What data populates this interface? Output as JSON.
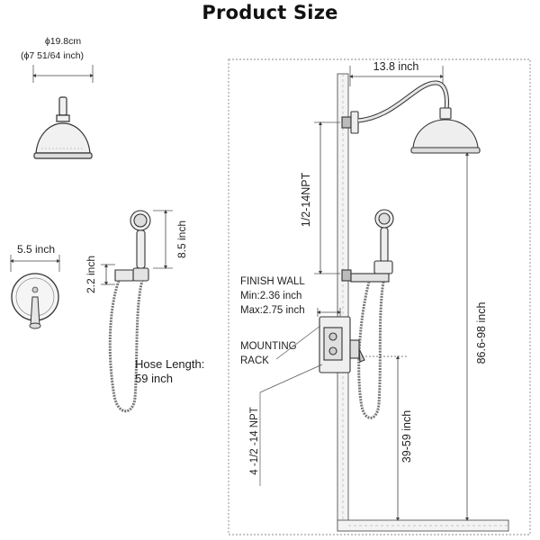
{
  "title": "Product Size",
  "shower_head": {
    "diameter_cm": "ϕ19.8cm",
    "diameter_inch": "(ϕ7 51/64 inch)"
  },
  "valve_trim": {
    "width": "5.5 inch"
  },
  "hand_shower": {
    "height": "8.5 inch",
    "holder_height": "2.2 inch",
    "hose_length_label": "Hose Length:",
    "hose_length_value": "59 inch"
  },
  "installation": {
    "arm_reach": "13.8 inch",
    "arm_thread": "1/2-14NPT",
    "finish_wall_label": "FINISH WALL",
    "finish_wall_min": "Min:2.36 inch",
    "finish_wall_max": "Max:2.75 inch",
    "mounting_rack_line1": "MOUNTING",
    "mounting_rack_line2": "RACK",
    "inlet_thread": "4 -1/2 -14 NPT",
    "valve_height": "39-59 inch",
    "head_height": "86.6-98 inch"
  },
  "colors": {
    "line": "#333333",
    "dim": "#555555",
    "metal": "#8a8a8a"
  }
}
